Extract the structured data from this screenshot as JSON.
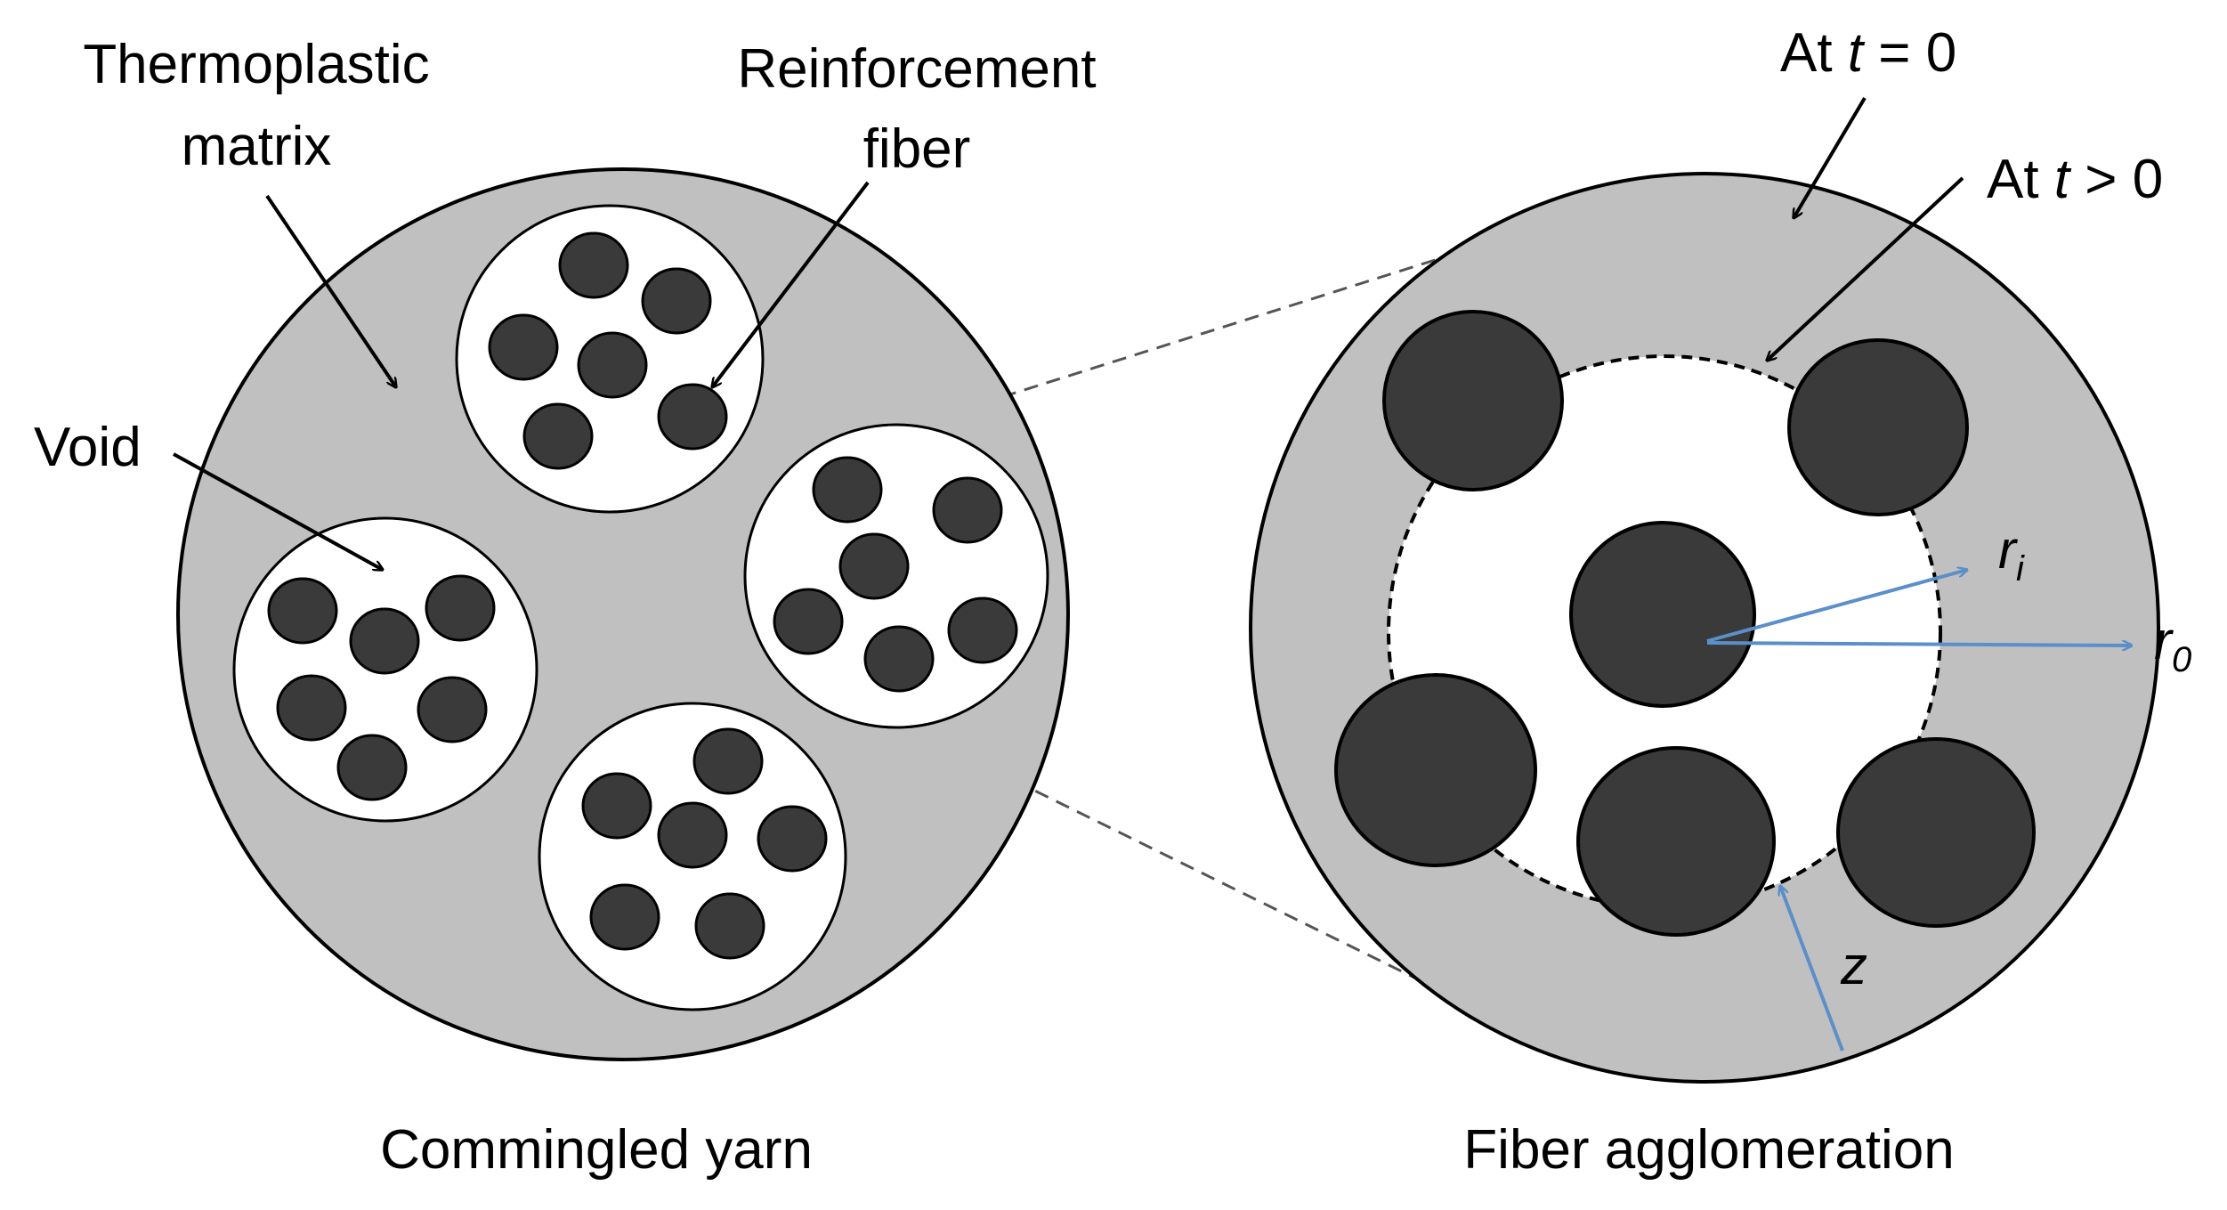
{
  "labels": {
    "thermoplastic": "Thermoplastic",
    "matrix": "matrix",
    "reinforcement": "Reinforcement",
    "fiber": "fiber",
    "void": "Void",
    "at_t0_prefix": "At ",
    "at_t0_var": "t",
    "at_t0_suffix": " = 0",
    "at_tgt_prefix": "At ",
    "at_tgt_var": "t",
    "at_tgt_suffix": " > 0",
    "r_var": "r",
    "ri_sub": "i",
    "ro_sub": "0",
    "z": "z",
    "caption_left": "Commingled yarn",
    "caption_right": "Fiber agglomeration"
  },
  "colors": {
    "matrix_fill": "#c0c0c0",
    "fiber_fill": "#3a3a3a",
    "void_fill": "#ffffff",
    "outline": "#000000",
    "dimension_arrows": "#5b8fc9",
    "zoom_lines": "#555555"
  }
}
